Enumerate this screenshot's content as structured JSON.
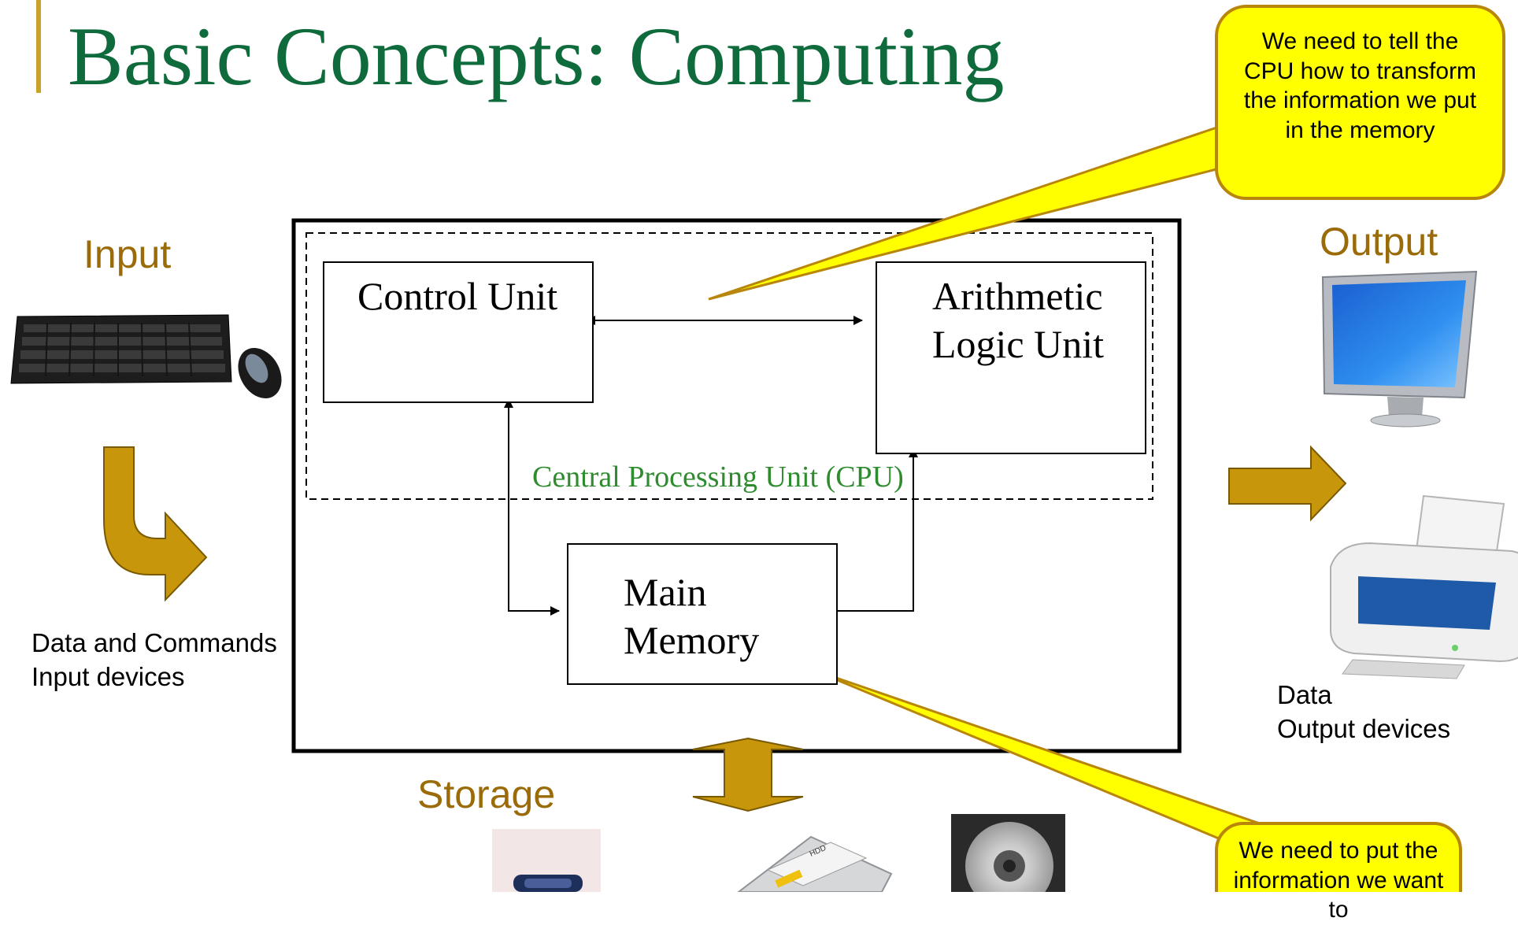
{
  "slide": {
    "title": "Basic Concepts: Computing"
  },
  "input": {
    "heading": "Input",
    "caption_line1": "Data and Commands",
    "caption_line2": "Input devices",
    "devices": [
      "keyboard-icon",
      "mouse-icon"
    ]
  },
  "output": {
    "heading": "Output",
    "caption_line1": "Data",
    "caption_line2": "Output devices",
    "devices": [
      "monitor-icon",
      "printer-icon"
    ]
  },
  "storage": {
    "heading": "Storage",
    "devices": [
      "usb-drive-icon",
      "hard-disk-icon",
      "cd-disc-icon"
    ],
    "hdd_label": "HDD"
  },
  "computer": {
    "control_unit": "Control Unit",
    "alu_line1": "Arithmetic",
    "alu_line2": "Logic Unit",
    "cpu_label": "Central Processing Unit (CPU)",
    "memory_line1": "Main",
    "memory_line2": "Memory"
  },
  "callouts": {
    "top": "We need to tell the CPU how to transform the information we put in the memory",
    "bottom": "We need to put the information we want to"
  },
  "colors": {
    "title": "#0f6b3c",
    "heading": "#9a6b08",
    "arrow_fill": "#c8960a",
    "callout_fill": "#ffff00",
    "callout_border": "#b8860b",
    "cpu_label": "#2e8b2e"
  }
}
